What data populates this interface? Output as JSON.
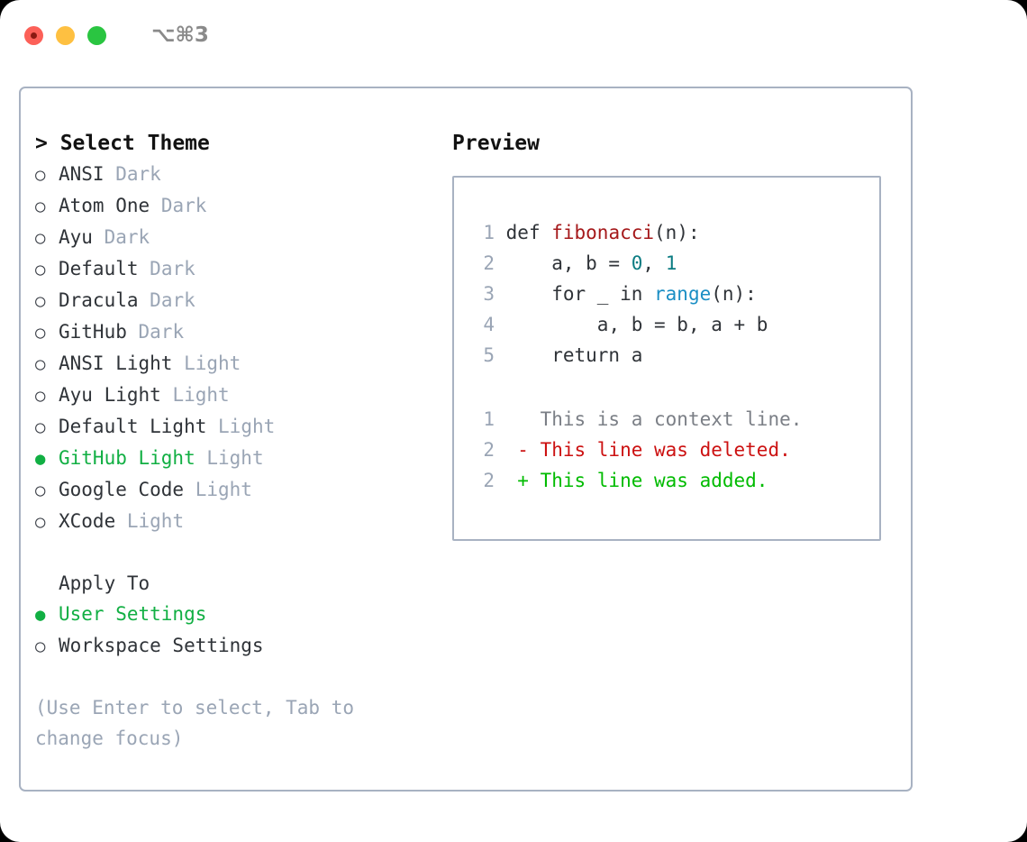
{
  "titlebar": {
    "shortcut": "⌥⌘3",
    "buttons": [
      "close-button",
      "minimize-button",
      "zoom-button"
    ]
  },
  "left": {
    "prompt": "> Select Theme",
    "marker_unselected": "○",
    "marker_selected": "●",
    "themes": [
      {
        "name": "ANSI",
        "badge": "Dark",
        "selected": false
      },
      {
        "name": "Atom One",
        "badge": "Dark",
        "selected": false
      },
      {
        "name": "Ayu",
        "badge": "Dark",
        "selected": false
      },
      {
        "name": "Default",
        "badge": "Dark",
        "selected": false
      },
      {
        "name": "Dracula",
        "badge": "Dark",
        "selected": false
      },
      {
        "name": "GitHub",
        "badge": "Dark",
        "selected": false
      },
      {
        "name": "ANSI Light",
        "badge": "Light",
        "selected": false
      },
      {
        "name": "Ayu Light",
        "badge": "Light",
        "selected": false
      },
      {
        "name": "Default Light",
        "badge": "Light",
        "selected": false
      },
      {
        "name": "GitHub Light",
        "badge": "Light",
        "selected": true
      },
      {
        "name": "Google Code",
        "badge": "Light",
        "selected": false
      },
      {
        "name": "XCode",
        "badge": "Light",
        "selected": false
      }
    ],
    "apply_to_header": "Apply To",
    "apply_to": [
      {
        "name": "User Settings",
        "selected": true
      },
      {
        "name": "Workspace Settings",
        "selected": false
      }
    ],
    "hint": "(Use Enter to select, Tab to change focus)"
  },
  "right": {
    "title": "Preview",
    "code": [
      {
        "no": "1",
        "indent": "",
        "tokens": [
          {
            "t": "def ",
            "c": "plain"
          },
          {
            "t": "fibonacci",
            "c": "fn"
          },
          {
            "t": "(n):",
            "c": "plain"
          }
        ]
      },
      {
        "no": "2",
        "indent": "    ",
        "tokens": [
          {
            "t": "a, b = ",
            "c": "plain"
          },
          {
            "t": "0",
            "c": "num"
          },
          {
            "t": ", ",
            "c": "plain"
          },
          {
            "t": "1",
            "c": "num"
          }
        ]
      },
      {
        "no": "3",
        "indent": "    ",
        "tokens": [
          {
            "t": "for _ in ",
            "c": "plain"
          },
          {
            "t": "range",
            "c": "call"
          },
          {
            "t": "(n):",
            "c": "plain"
          }
        ]
      },
      {
        "no": "4",
        "indent": "        ",
        "tokens": [
          {
            "t": "a, b = b, a + b",
            "c": "plain"
          }
        ]
      },
      {
        "no": "5",
        "indent": "    ",
        "tokens": [
          {
            "t": "return a",
            "c": "plain"
          }
        ]
      }
    ],
    "diff": [
      {
        "no": "1",
        "sign": " ",
        "text": "This is a context line.",
        "kind": "ctx"
      },
      {
        "no": "2",
        "sign": "-",
        "text": "This line was deleted.",
        "kind": "del"
      },
      {
        "no": "2",
        "sign": "+",
        "text": "This line was added.",
        "kind": "add"
      }
    ]
  },
  "colors": {
    "accent_green": "#11af43",
    "muted": "#9aa5b5",
    "border": "#a8b2c2",
    "diff_delete": "#cc1111",
    "diff_add": "#00bb00",
    "fn_red": "#a5191b",
    "num_teal": "#0b7c82",
    "call_blue": "#1a8ec4"
  }
}
